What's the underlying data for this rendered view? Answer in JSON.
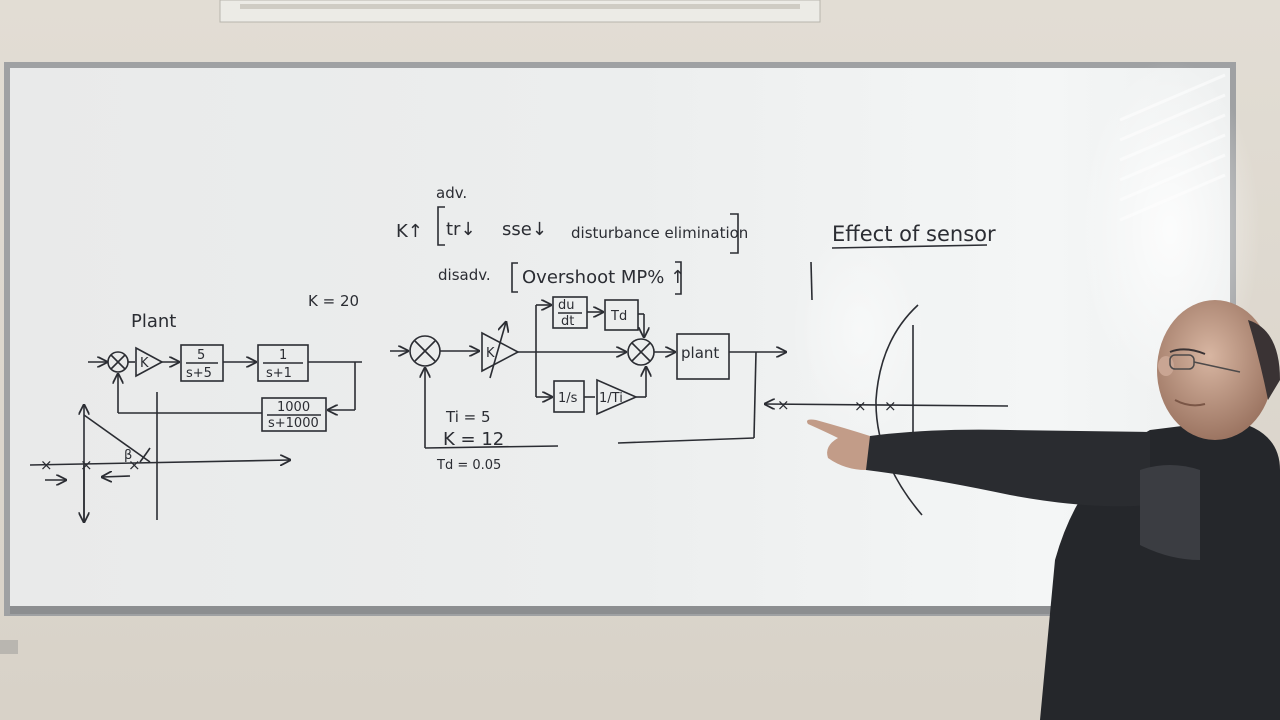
{
  "left_diagram": {
    "plant_label": "Plant",
    "gain_label": "K = 20",
    "block1_num": "5",
    "block1_den": "s+5",
    "block2_num": "1",
    "block2_den": "s+1",
    "feedback_num": "1000",
    "feedback_den": "s+1000",
    "k_triangle": "K",
    "beta_label": "β"
  },
  "top_notes": {
    "k_up": "K↑",
    "adv_label": "adv.",
    "tr_down": "tr↓",
    "sse_down": "sse↓",
    "disturbance": "disturbance elimination",
    "disadv_label": "disadv.",
    "overshoot": "Overshoot MP% ↑"
  },
  "pid_diagram": {
    "k_block": "K",
    "du_dt_top": "du",
    "du_dt_bottom": "dt",
    "td_block": "Td",
    "plant_block": "plant",
    "integ_block": "1/s",
    "ti_block": "1/Ti",
    "ti_value": "Ti = 5",
    "k_value": "K = 12",
    "td_value": "Td = 0.05"
  },
  "right_section": {
    "title": "Effect of sensor"
  }
}
